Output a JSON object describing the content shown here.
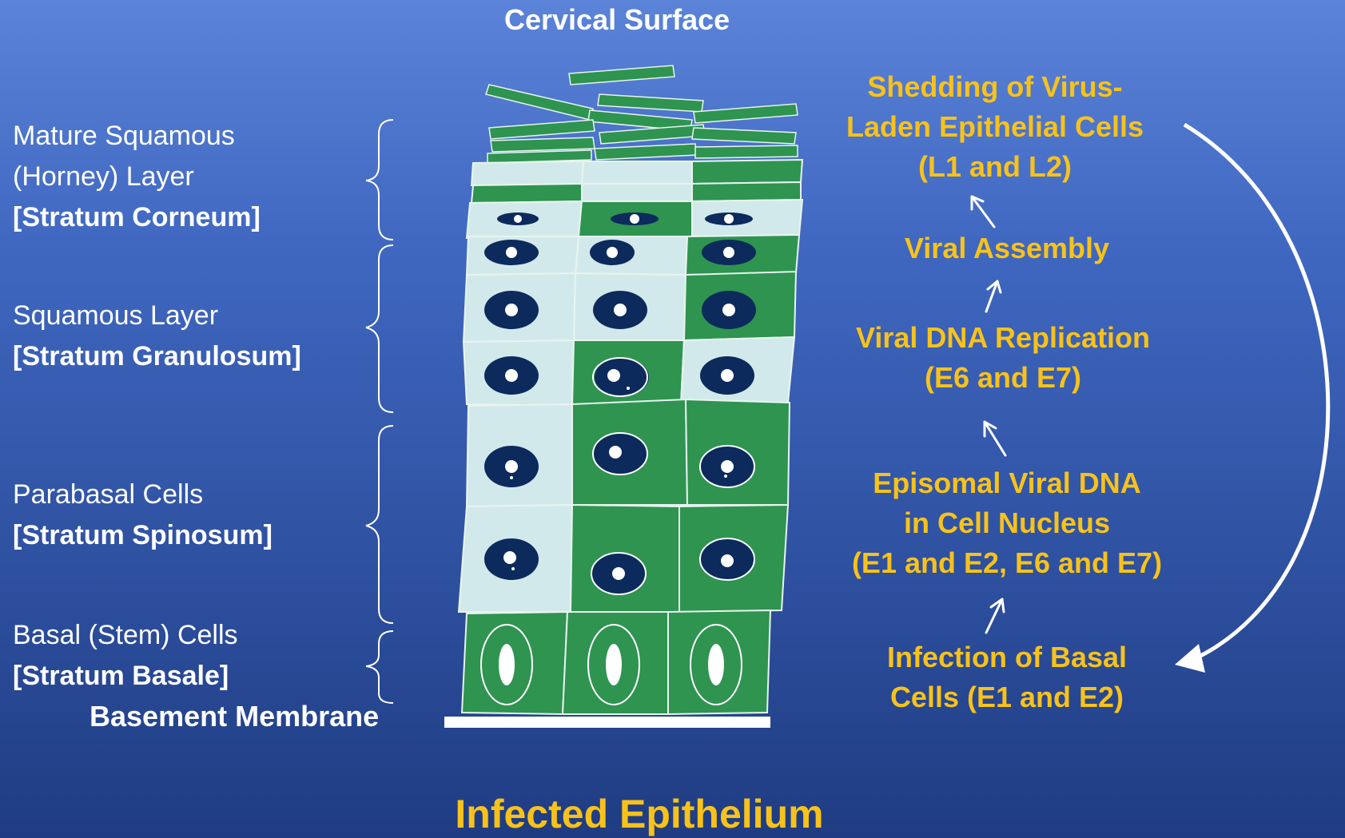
{
  "title": "Infected Epithelium",
  "top_label": "Cervical Surface",
  "basement_label": "Basement Membrane",
  "layers": [
    {
      "line1": "Mature Squamous",
      "line2": "(Horney) Layer",
      "stratum": "[Stratum Corneum]"
    },
    {
      "line1": "Squamous Layer",
      "stratum": "[Stratum Granulosum]"
    },
    {
      "line1": "Parabasal Cells",
      "stratum": "[Stratum Spinosum]"
    },
    {
      "line1": "Basal (Stem) Cells",
      "stratum": "[Stratum Basale]"
    }
  ],
  "stages": [
    {
      "lines": [
        "Shedding of Virus-",
        "Laden Epithelial Cells",
        "(L1 and L2)"
      ]
    },
    {
      "lines": [
        "Viral Assembly"
      ]
    },
    {
      "lines": [
        "Viral DNA Replication",
        "(E6 and E7)"
      ]
    },
    {
      "lines": [
        "Episomal Viral DNA",
        "in Cell Nucleus",
        "(E1 and E2, E6 and E7)"
      ]
    },
    {
      "lines": [
        "Infection of Basal",
        "Cells (E1 and E2)"
      ]
    }
  ],
  "colors": {
    "green": "#2e9450",
    "pale": "#d2e9ec",
    "nucleus": "#0c2a5c",
    "gold": "#f8c21a"
  }
}
